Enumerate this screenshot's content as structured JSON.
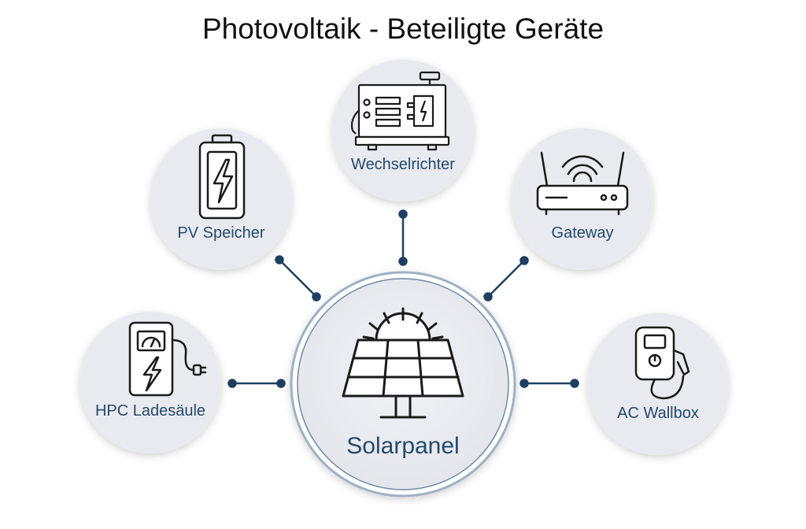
{
  "title": "Photovoltaik - Beteiligte Geräte",
  "colors": {
    "accent": "#1f3f60",
    "label": "#234a6d",
    "circle_fill": "#e9eaef",
    "icon_stroke": "#1a1a1a"
  },
  "center": {
    "label": "Solarpanel",
    "icon": "solar-panel-icon"
  },
  "devices": [
    {
      "id": "wechselrichter",
      "label": "Wechselrichter",
      "icon": "inverter-icon"
    },
    {
      "id": "pv-speicher",
      "label": "PV Speicher",
      "icon": "battery-icon"
    },
    {
      "id": "gateway",
      "label": "Gateway",
      "icon": "router-icon"
    },
    {
      "id": "hpc-ladesaeule",
      "label": "HPC Ladesäule",
      "icon": "charging-station-icon"
    },
    {
      "id": "ac-wallbox",
      "label": "AC Wallbox",
      "icon": "wallbox-icon"
    }
  ]
}
